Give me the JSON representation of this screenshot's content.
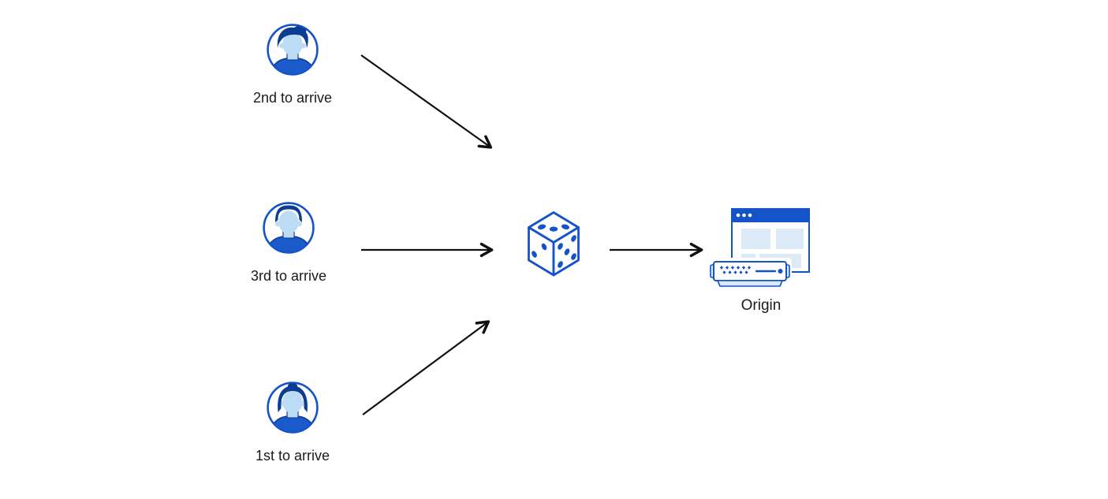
{
  "diagram": {
    "clients": [
      {
        "label": "2nd to arrive",
        "avatar": "man-quiff"
      },
      {
        "label": "3rd to arrive",
        "avatar": "man-crop"
      },
      {
        "label": "1st to arrive",
        "avatar": "woman-bun"
      }
    ],
    "selector": {
      "icon": "dice-icon"
    },
    "origin": {
      "label": "Origin",
      "icon": "origin-server-icon"
    },
    "arrows": [
      {
        "from": "client-2nd-to-arrive",
        "to": "dice"
      },
      {
        "from": "client-3rd-to-arrive",
        "to": "dice"
      },
      {
        "from": "client-1st-to-arrive",
        "to": "dice"
      },
      {
        "from": "dice",
        "to": "origin"
      }
    ]
  },
  "colors": {
    "primary_blue": "#1553C9",
    "dark_navy": "#0C3D91",
    "face_light_blue": "#BCDCF5",
    "panel_light_blue": "#DCEAF8",
    "arrow_black": "#111111",
    "label_text": "#1A1A1A",
    "background": "#FFFFFF"
  }
}
